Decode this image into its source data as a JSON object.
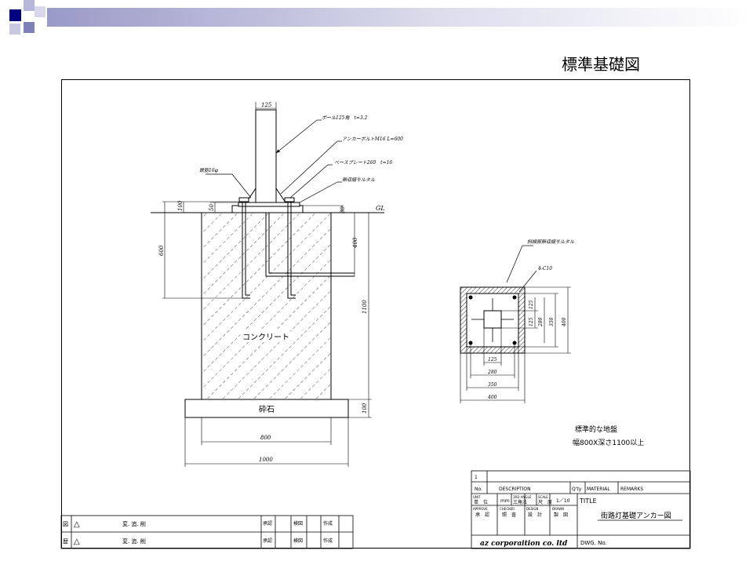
{
  "slide": {
    "title": "標準基礎図",
    "accent_colors": [
      "#000080",
      "#6a6aa8",
      "#b6b6d8",
      "#e4e4f0"
    ]
  },
  "section": {
    "dim_pole_width": "125",
    "note_pole": "ポール125角　t=3.2",
    "note_anchor_bolt": "アンカーボルトM16 L=600",
    "note_base_plate": "ベースプレート260　t=16",
    "note_mortar": "無収縮モルタル",
    "note_rebar": "鉄筋16φ",
    "label_gl": "GL",
    "dim_100": "100",
    "dim_50": "50",
    "dim_600": "600",
    "dim_30": "30",
    "dim_400": "400",
    "dim_1100": "1100",
    "dim_100b": "100",
    "label_concrete": "コンクリート",
    "label_gravel": "砕石",
    "dim_800": "800",
    "dim_1000": "1000"
  },
  "plan": {
    "note_mortar_top": "斜線部無収縮モルタル",
    "note_chamfer": "4-C10",
    "dim_125_v": "125",
    "dim_125_v2": "125",
    "dim_280_v": "280",
    "dim_350_v": "350",
    "dim_400_v": "400",
    "dim_125_h": "125",
    "dim_280_h": "280",
    "dim_350_h": "350",
    "dim_400_h": "400"
  },
  "ground_note": {
    "line1": "標準的な地盤",
    "line2": "幅800X深さ1100以上"
  },
  "revision_table": {
    "rows": [
      {
        "mark_label": "図",
        "triangle": "△",
        "change": "変. 追. 削",
        "approve": "承認",
        "inspect": "検図",
        "create": "作成"
      },
      {
        "mark_label": "歴",
        "triangle": "△",
        "change": "変. 追. 削",
        "approve": "承認",
        "inspect": "検図",
        "create": "作成"
      }
    ]
  },
  "title_block": {
    "item_no": "1",
    "no_label": "No.",
    "description_label": "DESCRIPTION",
    "qty_label": "Q'ty",
    "material_label": "MATERIAL",
    "remarks_label": "REMARKS",
    "unit_small": "UNIT",
    "unit_label": "単　位",
    "unit_value": "mm",
    "angle_small": "3RD ANGLE",
    "angle_value": "三角法",
    "scale_small": "SCALE",
    "scale_label": "尺　度",
    "scale_value": "1／10",
    "title_label": "TITLE",
    "approve_small": "APPROVE",
    "approve_label": "承　認",
    "checker_small": "CHECKER",
    "checker_label": "照　査",
    "design_small": "DESIGN",
    "design_label": "設　計",
    "drawn_small": "DRAWN",
    "drawn_label": "製　図",
    "drawing_title": "街路灯基礎アンカー図",
    "company": "az corporaition co. ltd",
    "dwg_no_label": "DWG. No."
  }
}
